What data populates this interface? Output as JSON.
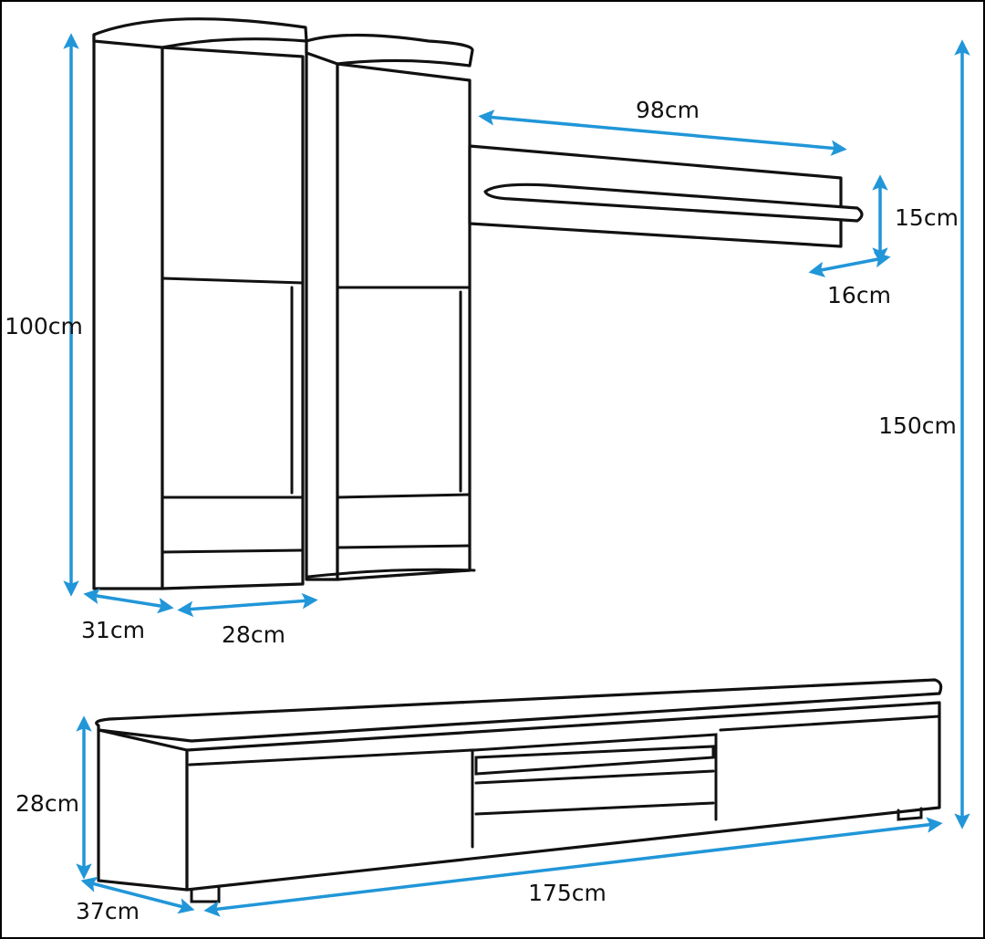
{
  "colors": {
    "dimension_arrow": "#2196d8",
    "outline": "#111111",
    "background": "#ffffff"
  },
  "dimensions": {
    "shelf_width": "98cm",
    "shelf_height": "15cm",
    "shelf_depth": "16cm",
    "cabinet_height": "100cm",
    "total_height": "150cm",
    "cabinet_depth": "31cm",
    "cabinet_width": "28cm",
    "tv_stand_height": "28cm",
    "tv_stand_depth": "37cm",
    "tv_stand_width": "175cm"
  }
}
